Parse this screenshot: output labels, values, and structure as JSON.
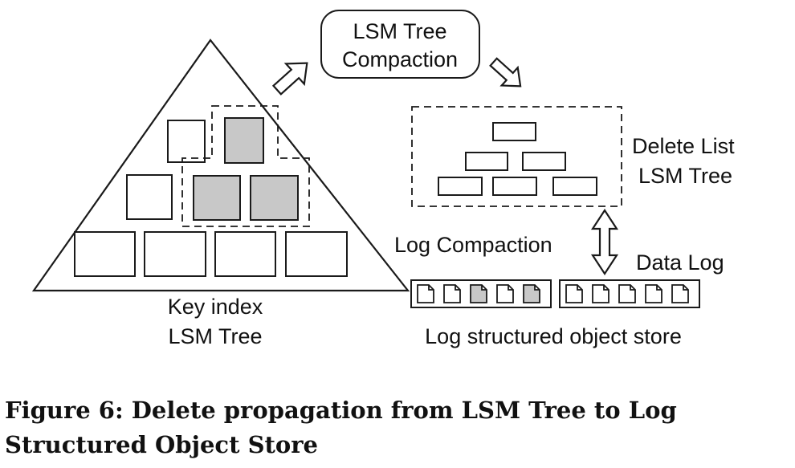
{
  "labels": {
    "compaction_line1": "LSM Tree",
    "compaction_line2": "Compaction",
    "delete_list_line1": "Delete List",
    "delete_list_line2": "LSM Tree",
    "log_compaction": "Log Compaction",
    "data_log": "Data Log",
    "key_index_line1": "Key index",
    "key_index_line2": "LSM Tree",
    "object_store": "Log structured object store"
  },
  "caption": "Figure 6: Delete propagation from LSM Tree to Log Structured Object Store",
  "colors": {
    "stroke": "#1a1a1a",
    "tombstone_fill": "#c8c8c8",
    "background": "#ffffff"
  },
  "log_segments": [
    {
      "objects": [
        "live",
        "live",
        "deleted",
        "live",
        "deleted"
      ]
    },
    {
      "objects": [
        "live",
        "live",
        "live",
        "live",
        "live"
      ]
    }
  ]
}
